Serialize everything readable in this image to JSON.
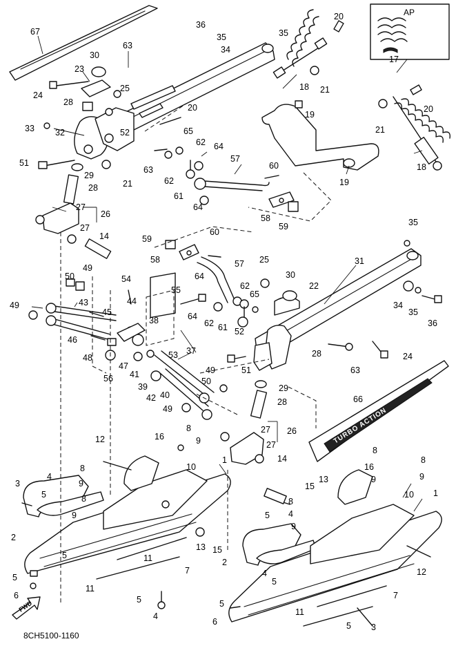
{
  "diagram": {
    "code": "8CH5100-1160",
    "fwd_label": "FWD",
    "inset_label": "AP",
    "decal_text": "TURBO ACTION"
  },
  "callouts": [
    {
      "id": "c67",
      "t": "67"
    },
    {
      "id": "c36a",
      "t": "36"
    },
    {
      "id": "c35a",
      "t": "35"
    },
    {
      "id": "c34a",
      "t": "34"
    },
    {
      "id": "c35b",
      "t": "35"
    },
    {
      "id": "c20a",
      "t": "20"
    },
    {
      "id": "c17",
      "t": "17"
    },
    {
      "id": "c30a",
      "t": "30"
    },
    {
      "id": "c63a",
      "t": "63"
    },
    {
      "id": "c23",
      "t": "23"
    },
    {
      "id": "c24a",
      "t": "24"
    },
    {
      "id": "c25a",
      "t": "25"
    },
    {
      "id": "c18a",
      "t": "18"
    },
    {
      "id": "c21a",
      "t": "21"
    },
    {
      "id": "c21b",
      "t": "21"
    },
    {
      "id": "c20b",
      "t": "20"
    },
    {
      "id": "c28a",
      "t": "28"
    },
    {
      "id": "c20c",
      "t": "20"
    },
    {
      "id": "c19a",
      "t": "19"
    },
    {
      "id": "c33",
      "t": "33"
    },
    {
      "id": "c32",
      "t": "32"
    },
    {
      "id": "c52a",
      "t": "52"
    },
    {
      "id": "c65a",
      "t": "65"
    },
    {
      "id": "c62a",
      "t": "62"
    },
    {
      "id": "c64a",
      "t": "64"
    },
    {
      "id": "c51a",
      "t": "51"
    },
    {
      "id": "c63b",
      "t": "63"
    },
    {
      "id": "c57a",
      "t": "57"
    },
    {
      "id": "c18b",
      "t": "18"
    },
    {
      "id": "c29a",
      "t": "29"
    },
    {
      "id": "c21c",
      "t": "21"
    },
    {
      "id": "c62b",
      "t": "62"
    },
    {
      "id": "c60a",
      "t": "60"
    },
    {
      "id": "c28b",
      "t": "28"
    },
    {
      "id": "c61a",
      "t": "61"
    },
    {
      "id": "c19b",
      "t": "19"
    },
    {
      "id": "c27a",
      "t": "27"
    },
    {
      "id": "c26a",
      "t": "26"
    },
    {
      "id": "c64b",
      "t": "64"
    },
    {
      "id": "c58a",
      "t": "58"
    },
    {
      "id": "c59a",
      "t": "59"
    },
    {
      "id": "c27b",
      "t": "27"
    },
    {
      "id": "c35c",
      "t": "35"
    },
    {
      "id": "c14a",
      "t": "14"
    },
    {
      "id": "c60b",
      "t": "60"
    },
    {
      "id": "c59b",
      "t": "59"
    },
    {
      "id": "c58b",
      "t": "58"
    },
    {
      "id": "c57b",
      "t": "57"
    },
    {
      "id": "c31",
      "t": "31"
    },
    {
      "id": "c49a",
      "t": "49"
    },
    {
      "id": "c50a",
      "t": "50"
    },
    {
      "id": "c25b",
      "t": "25"
    },
    {
      "id": "c54",
      "t": "54"
    },
    {
      "id": "c30b",
      "t": "30"
    },
    {
      "id": "c22",
      "t": "22"
    },
    {
      "id": "c64c",
      "t": "64"
    },
    {
      "id": "c55",
      "t": "55"
    },
    {
      "id": "c62c",
      "t": "62"
    },
    {
      "id": "c65b",
      "t": "65"
    },
    {
      "id": "c34b",
      "t": "34"
    },
    {
      "id": "c35d",
      "t": "35"
    },
    {
      "id": "c36b",
      "t": "36"
    },
    {
      "id": "c49b",
      "t": "49"
    },
    {
      "id": "c43",
      "t": "43"
    },
    {
      "id": "c44",
      "t": "44"
    },
    {
      "id": "c45",
      "t": "45"
    },
    {
      "id": "c38",
      "t": "38"
    },
    {
      "id": "c64d",
      "t": "64"
    },
    {
      "id": "c62d",
      "t": "62"
    },
    {
      "id": "c61b",
      "t": "61"
    },
    {
      "id": "c52b",
      "t": "52"
    },
    {
      "id": "c46",
      "t": "46"
    },
    {
      "id": "c48",
      "t": "48"
    },
    {
      "id": "c47",
      "t": "47"
    },
    {
      "id": "c53",
      "t": "53"
    },
    {
      "id": "c28c",
      "t": "28"
    },
    {
      "id": "c24b",
      "t": "24"
    },
    {
      "id": "c51b",
      "t": "51"
    },
    {
      "id": "c63c",
      "t": "63"
    },
    {
      "id": "c56",
      "t": "56"
    },
    {
      "id": "c41",
      "t": "41"
    },
    {
      "id": "c37",
      "t": "37"
    },
    {
      "id": "c49c",
      "t": "49"
    },
    {
      "id": "c39",
      "t": "39"
    },
    {
      "id": "c40",
      "t": "40"
    },
    {
      "id": "c50b",
      "t": "50"
    },
    {
      "id": "c29b",
      "t": "29"
    },
    {
      "id": "c42",
      "t": "42"
    },
    {
      "id": "c28d",
      "t": "28"
    },
    {
      "id": "c49d",
      "t": "49"
    },
    {
      "id": "c66",
      "t": "66"
    },
    {
      "id": "c8a",
      "t": "8"
    },
    {
      "id": "c12a",
      "t": "12"
    },
    {
      "id": "c16a",
      "t": "16"
    },
    {
      "id": "c9a",
      "t": "9"
    },
    {
      "id": "c27c",
      "t": "27"
    },
    {
      "id": "c26b",
      "t": "26"
    },
    {
      "id": "c27d",
      "t": "27"
    },
    {
      "id": "c1a",
      "t": "1"
    },
    {
      "id": "c10a",
      "t": "10"
    },
    {
      "id": "c14b",
      "t": "14"
    },
    {
      "id": "c8b",
      "t": "8"
    },
    {
      "id": "c3a",
      "t": "3"
    },
    {
      "id": "c4a",
      "t": "4"
    },
    {
      "id": "c9b",
      "t": "9"
    },
    {
      "id": "c8c",
      "t": "8"
    },
    {
      "id": "c16b",
      "t": "16"
    },
    {
      "id": "c8d",
      "t": "8"
    },
    {
      "id": "c9c",
      "t": "9"
    },
    {
      "id": "c5a",
      "t": "5"
    },
    {
      "id": "c8e",
      "t": "8"
    },
    {
      "id": "c9d",
      "t": "9"
    },
    {
      "id": "c15a",
      "t": "15"
    },
    {
      "id": "c13a",
      "t": "13"
    },
    {
      "id": "c9e",
      "t": "9"
    },
    {
      "id": "c1b",
      "t": "1"
    },
    {
      "id": "c10b",
      "t": "10"
    },
    {
      "id": "c2a",
      "t": "2"
    },
    {
      "id": "c5b",
      "t": "5"
    },
    {
      "id": "c8f",
      "t": "8"
    },
    {
      "id": "c5c",
      "t": "5"
    },
    {
      "id": "c4b",
      "t": "4"
    },
    {
      "id": "c9f",
      "t": "9"
    },
    {
      "id": "c13b",
      "t": "13"
    },
    {
      "id": "c15b",
      "t": "15"
    },
    {
      "id": "c11a",
      "t": "11"
    },
    {
      "id": "c7a",
      "t": "7"
    },
    {
      "id": "c2b",
      "t": "2"
    },
    {
      "id": "c12b",
      "t": "12"
    },
    {
      "id": "c5d",
      "t": "5"
    },
    {
      "id": "c11b",
      "t": "11"
    },
    {
      "id": "c4c",
      "t": "4"
    },
    {
      "id": "c5e",
      "t": "5"
    },
    {
      "id": "c6a",
      "t": "6"
    },
    {
      "id": "c5f",
      "t": "5"
    },
    {
      "id": "c7b",
      "t": "7"
    },
    {
      "id": "c4d",
      "t": "4"
    },
    {
      "id": "c11c",
      "t": "11"
    },
    {
      "id": "c5g",
      "t": "5"
    },
    {
      "id": "c6b",
      "t": "6"
    },
    {
      "id": "c5h",
      "t": "5"
    },
    {
      "id": "c3b",
      "t": "3"
    }
  ]
}
